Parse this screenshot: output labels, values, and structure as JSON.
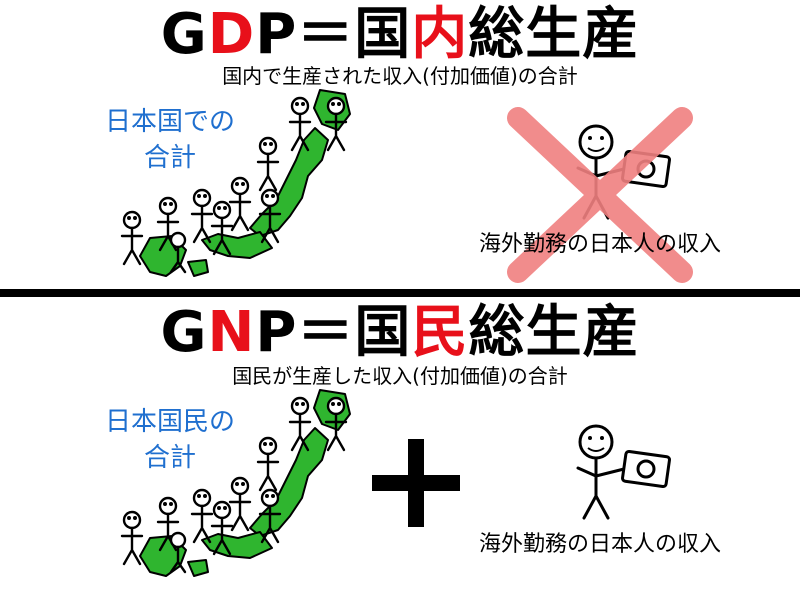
{
  "gdp": {
    "title_prefix": "G",
    "title_highlight": "D",
    "title_suffix": "P＝国",
    "title_highlight2": "内",
    "title_tail": "総生産",
    "subtitle": "国内で生産された収入(付加価値)の合計",
    "left_label_line1": "日本国での",
    "left_label_line2": "合計",
    "right_label": "海外勤務の日本人の収入",
    "right_status": "excluded (red X)"
  },
  "gnp": {
    "title_prefix": "G",
    "title_highlight": "N",
    "title_suffix": "P＝国",
    "title_highlight2": "民",
    "title_tail": "総生産",
    "subtitle": "国民が生産した収入(付加価値)の合計",
    "left_label_line1": "日本国民の",
    "left_label_line2": "合計",
    "operator": "plus",
    "right_label": "海外勤務の日本人の収入"
  },
  "colors": {
    "highlight": "#e8101a",
    "label_blue": "#1f6fcf",
    "map_green": "#2fb52f",
    "cross_red": "#f08080"
  }
}
